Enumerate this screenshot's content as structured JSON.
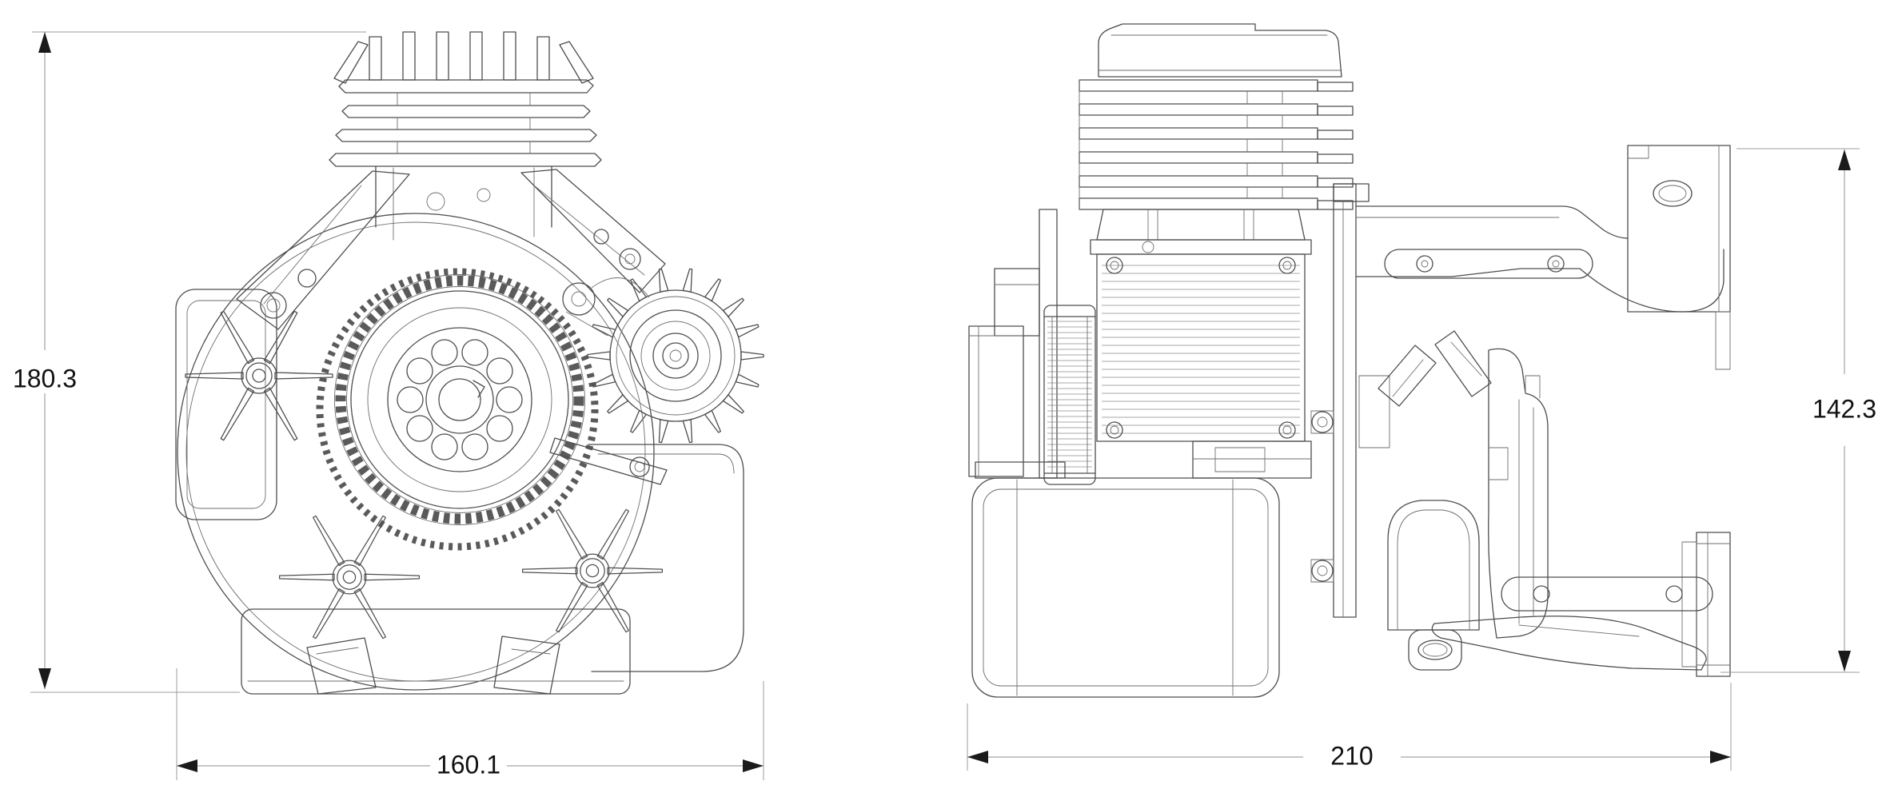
{
  "dimensions": {
    "front_height": {
      "label": "180.3",
      "orientation": "vertical",
      "view": "front"
    },
    "front_width": {
      "label": "160.1",
      "orientation": "horizontal",
      "view": "front"
    },
    "side_width": {
      "label": "210",
      "orientation": "horizontal",
      "view": "side"
    },
    "side_height": {
      "label": "142.3",
      "orientation": "vertical",
      "view": "side"
    }
  },
  "colors": {
    "background": "#ffffff",
    "linework": "#4d4d4d",
    "dimension_lines": "#8f8f8f",
    "dimension_text": "#111111"
  }
}
